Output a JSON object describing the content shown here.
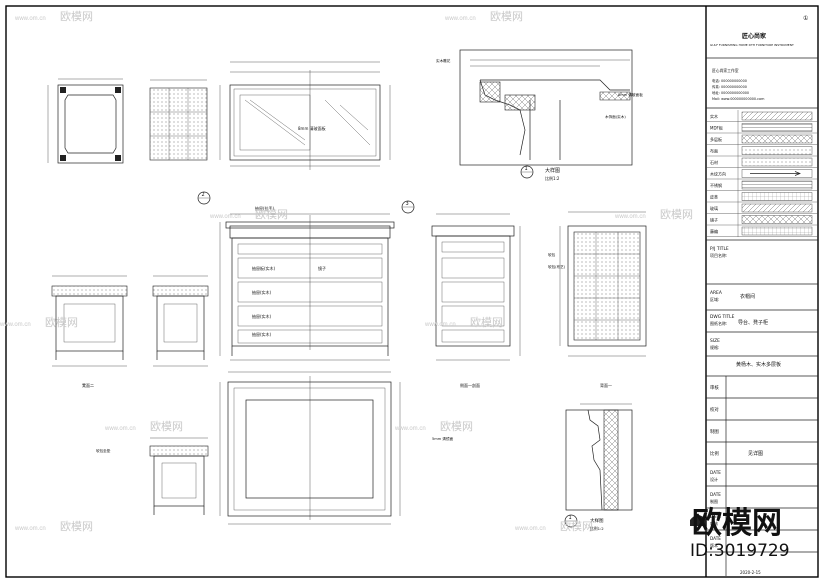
{
  "title_block": {
    "sheet_number": "①",
    "company_cn": "匠心尚家",
    "company_en": "GULF FURNISHING HOME DTH FURNITURE INSTRUMENT",
    "contact_title": "匠心尚家工作室",
    "contact_lines": [
      "电话: 000000000000",
      "传真: 000000000000",
      "地址: 0000000000000",
      "Mail: www.000000000000.com"
    ],
    "materials": [
      {
        "label": "实木",
        "pattern": "wood"
      },
      {
        "label": "MDF板",
        "pattern": "lines"
      },
      {
        "label": "多层板",
        "pattern": "cross"
      },
      {
        "label": "布面",
        "pattern": "dots"
      },
      {
        "label": "石材",
        "pattern": "dots2"
      },
      {
        "label": "木纹方向",
        "pattern": "arrow"
      },
      {
        "label": "不锈钢",
        "pattern": "steel"
      },
      {
        "label": "皮革",
        "pattern": "leather"
      },
      {
        "label": "玻璃",
        "pattern": "glass"
      },
      {
        "label": "镜子",
        "pattern": "mirror"
      },
      {
        "label": "藤编",
        "pattern": "weave"
      }
    ],
    "pj_title": "P/J TITLE",
    "pj_title_cn": "项目名称:",
    "area_label": "AREA",
    "area_label_cn": "区域:",
    "area_value": "衣帽间",
    "dwg_label": "DWG TITLE",
    "dwg_label_cn": "图纸名称:",
    "dwg_value": "导台、凳子柜",
    "size_label": "SIZE",
    "size_label_cn": "规格:",
    "material_value": "黄杨木、实木多层板",
    "rows": [
      {
        "label": "审核",
        "value": ""
      },
      {
        "label": "校对",
        "value": ""
      },
      {
        "label": "制图",
        "value": ""
      },
      {
        "label": "比例",
        "value": "见详图"
      }
    ],
    "dates": [
      {
        "en": "DATE",
        "cn": "设计"
      },
      {
        "en": "DATE",
        "cn": "制图"
      },
      {
        "en": "DATE",
        "cn": "审核"
      },
      {
        "en": "DATE",
        "cn": "版本"
      }
    ],
    "date_value": "2020-2-15"
  },
  "labels": {
    "top_glass": "8mm 清玻面板",
    "handle_note": "抽屉(拉手)",
    "drawer_a": "抽屉板(实木)",
    "drawer_b": "抽屉(实木)",
    "drawer_c": "抽屉(实木)",
    "drawer_d": "抽屉(实木)",
    "mirror_note": "镜子",
    "stool_front": "凳面二",
    "side_elev": "侧面一剖面",
    "back_elev": "背面一",
    "detail_a": "大样图",
    "detail_a_scale": "比例1:2",
    "detail_b": "大样图",
    "detail_b_scale": "比例1:2",
    "mirror_side": "5mm 清镜面",
    "stool_seat": "软包坐垫",
    "section_note": "实木雕花",
    "section_note2": "8mm 清玻面板",
    "section_note3": "木饰面(实木)",
    "back_cushion": "软包",
    "back_note": "软包(布艺)"
  },
  "watermark": {
    "brand": "欧模网",
    "url": "www.om.cn",
    "id_text": "ID:3019729"
  },
  "icons": {
    "section_marker": "section-marker-icon",
    "sofa_logo": "sofa-logo-icon"
  }
}
